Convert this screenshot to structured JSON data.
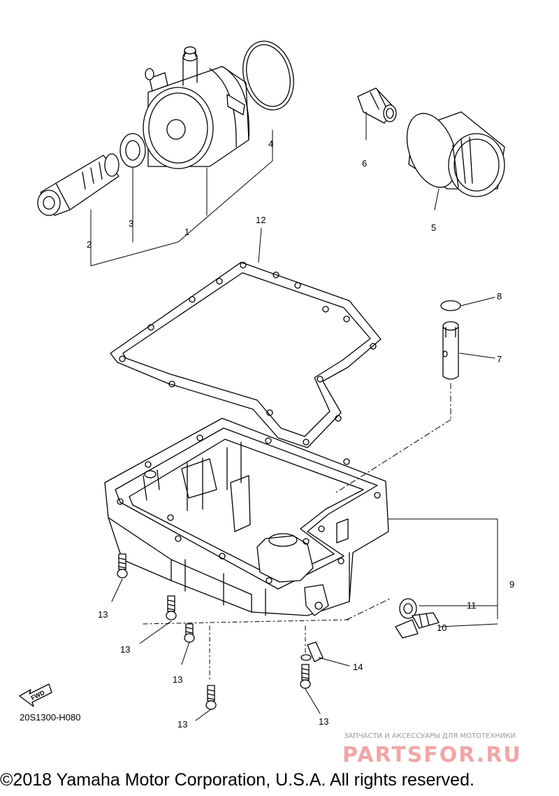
{
  "diagram": {
    "part_callouts": [
      "1",
      "2",
      "3",
      "4",
      "5",
      "6",
      "7",
      "8",
      "9",
      "10",
      "11",
      "12",
      "13",
      "14"
    ],
    "fwd_label": "FWD",
    "drawing_code": "20S1300-H080"
  },
  "watermark": {
    "tagline": "ЗАПЧАСТИ И АКСЕССУАРЫ ДЛЯ МОТОТЕХНИКИ",
    "logo": "PARTSFOR.RU"
  },
  "footer": {
    "copyright": "©2018 Yamaha Motor Corporation, U.S.A. All rights reserved."
  }
}
